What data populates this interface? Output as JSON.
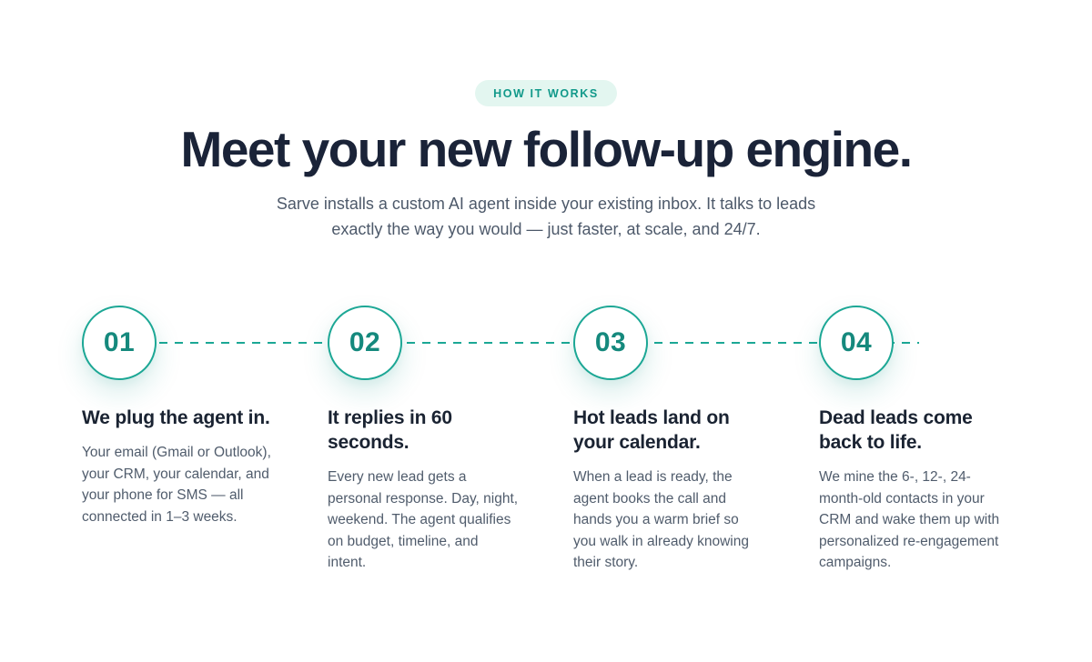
{
  "colors": {
    "teal_accent": "#1ba795",
    "teal_number": "#15897d",
    "badge_bg": "#e3f6f0",
    "badge_text": "#11998a",
    "heading_navy": "#1a2338",
    "body_gray": "#505c6c",
    "background": "#ffffff"
  },
  "badge": {
    "label": "HOW IT WORKS"
  },
  "heading": "Meet your new follow-up engine.",
  "subtitle": {
    "line1": "Sarve installs a custom AI agent inside your existing inbox. It talks to leads",
    "line2": "exactly the way you would — just faster, at scale, and 24/7."
  },
  "steps": [
    {
      "number": "01",
      "title": "We plug the agent in.",
      "body": "Your email (Gmail or Outlook), your CRM, your calendar, and your phone for SMS — all connected in 1–3 weeks."
    },
    {
      "number": "02",
      "title": "It replies in 60 seconds.",
      "body": "Every new lead gets a personal response. Day, night, weekend. The agent qualifies on budget, timeline, and intent."
    },
    {
      "number": "03",
      "title": "Hot leads land on your calendar.",
      "body": "When a lead is ready, the agent books the call and hands you a warm brief so you walk in already knowing their story."
    },
    {
      "number": "04",
      "title": "Dead leads come back to life.",
      "body": "We mine the 6-, 12-, 24-month-old contacts in your CRM and wake them up with personalized re-engagement campaigns."
    }
  ]
}
